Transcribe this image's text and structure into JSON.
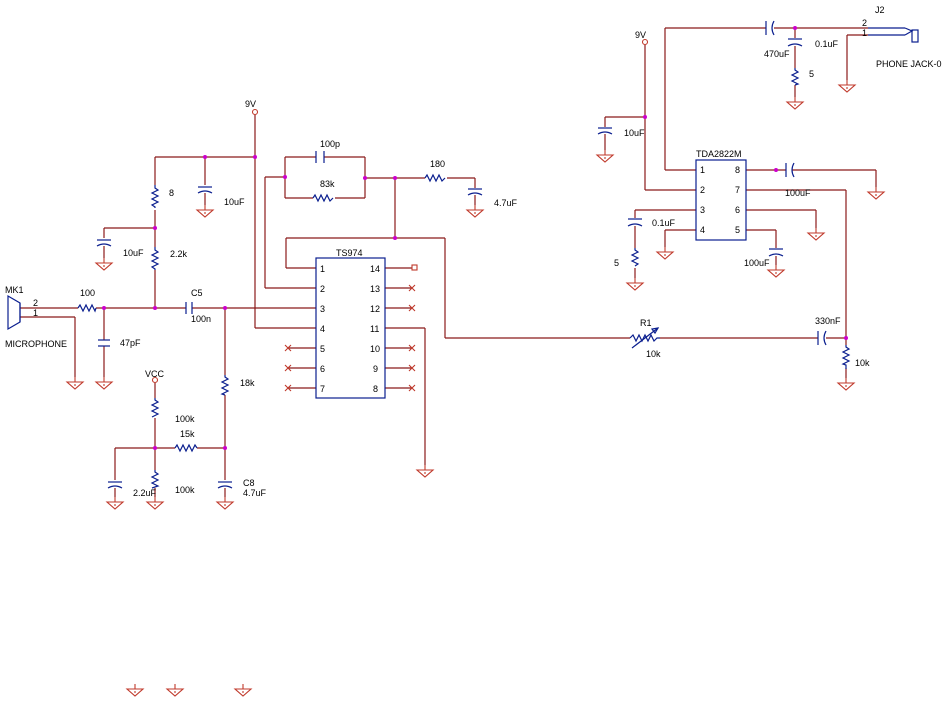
{
  "colors": {
    "wire": "#8b1a1a",
    "component": "#0b1f8f",
    "junction": "#cc00cc",
    "ground": "#c0392b",
    "background": "#ffffff"
  },
  "labels": {
    "mk1": "MK1",
    "microphone": "MICROPHONE",
    "mic_pin2": "2",
    "mic_pin1": "1",
    "r100": "100",
    "c47p": "47pF",
    "c10u_left": "10uF",
    "r8": "8",
    "c10u_top": "10uF",
    "r2k2": "2.2k",
    "v9_left": "9V",
    "c5": "C5",
    "c5_val": "100n",
    "r18k": "18k",
    "vcc": "VCC",
    "r100k_a": "100k",
    "r15k": "15k",
    "r100k_b": "100k",
    "c2u2": "2.2uF",
    "c8": "C8",
    "c8_val": "4.7uF",
    "c100p": "100p",
    "r83k": "83k",
    "r180": "180",
    "c4u7": "4.7uF",
    "ts974": "TS974",
    "r1": "R1",
    "r1_val": "10k",
    "c330n": "330nF",
    "r10k": "10k",
    "v9_right": "9V",
    "c10u_right": "10uF",
    "tda": "TDA2822M",
    "c100u_a": "100uF",
    "c0u1_right": "0.1uF",
    "r5_right": "5",
    "c100u_b": "100uF",
    "c470u": "470uF",
    "c0u1_top": "0.1uF",
    "r5_top": "5",
    "j2": "J2",
    "jack_pin2": "2",
    "jack_pin1": "1",
    "phone_jack": "PHONE JACK-0"
  },
  "ts974_pins": {
    "left": [
      "1",
      "2",
      "3",
      "4",
      "5",
      "6",
      "7"
    ],
    "right": [
      "14",
      "13",
      "12",
      "11",
      "10",
      "9",
      "8"
    ]
  },
  "tda_pins": {
    "left": [
      "1",
      "2",
      "3",
      "4"
    ],
    "right": [
      "8",
      "7",
      "6",
      "5"
    ]
  }
}
